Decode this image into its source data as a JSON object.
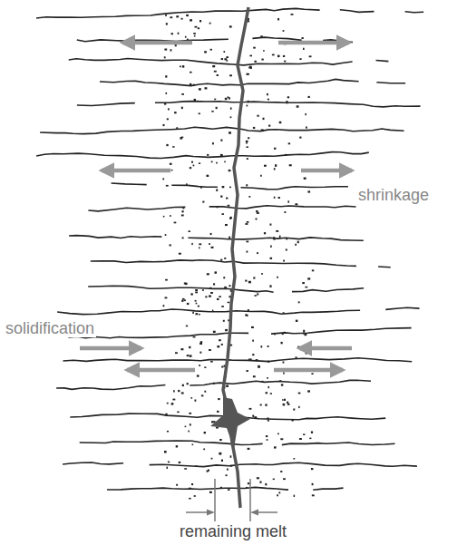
{
  "diagram": {
    "labels": [
      "shrinkage",
      "solidification",
      "remaining melt"
    ]
  }
}
